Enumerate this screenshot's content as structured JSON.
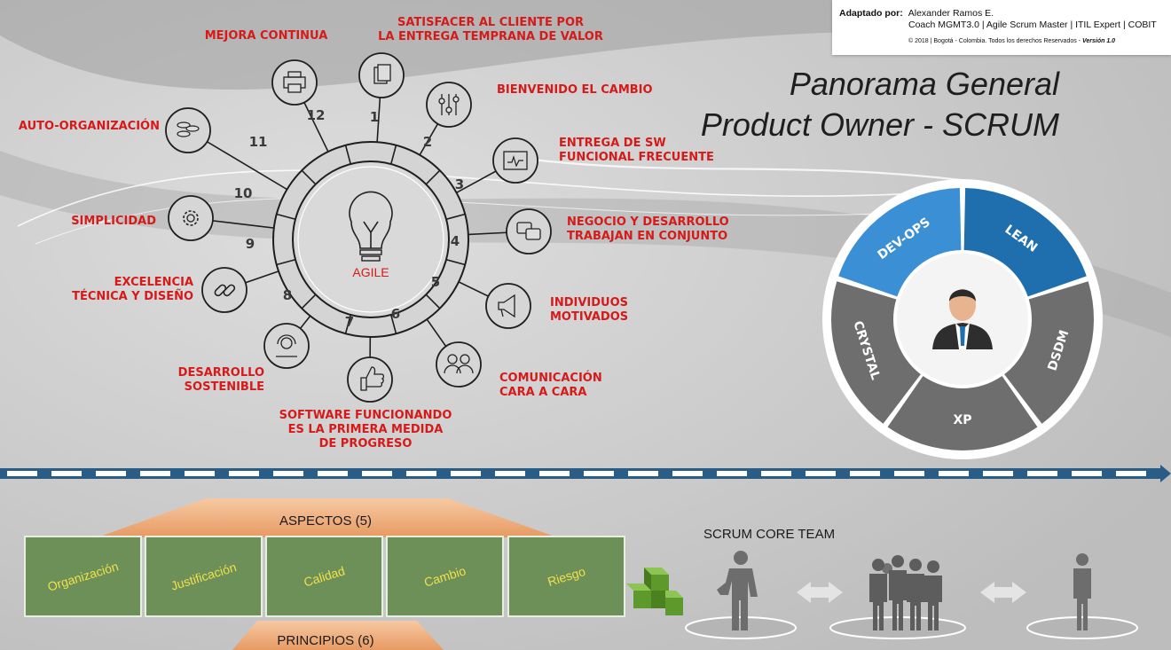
{
  "credit": {
    "adapted_by_label": "Adaptado por:",
    "author": "Alexander Ramos E.",
    "roles": "Coach MGMT3.0 | Agile Scrum Master | ITIL Expert | COBIT",
    "copyright": "© 2018 | Bogotá - Colombia. Todos los derechos Reservados -",
    "version": "Versión 1.0"
  },
  "title": {
    "line1": "Panorama General",
    "line2": "Product Owner - SCRUM"
  },
  "hub": {
    "center_label": "AGILE",
    "principles": [
      {
        "number": "1",
        "icon": "documents-icon",
        "label_lines": [
          "SATISFACER AL CLIENTE POR",
          "LA ENTREGA TEMPRANA DE VALOR"
        ]
      },
      {
        "number": "2",
        "icon": "sliders-icon",
        "label_lines": [
          "BIENVENIDO EL CAMBIO"
        ]
      },
      {
        "number": "3",
        "icon": "monitor-icon",
        "label_lines": [
          "ENTREGA DE SW",
          "FUNCIONAL FRECUENTE"
        ]
      },
      {
        "number": "4",
        "icon": "chat-icon",
        "label_lines": [
          "NEGOCIO Y DESARROLLO",
          "TRABAJAN EN CONJUNTO"
        ]
      },
      {
        "number": "5",
        "icon": "megaphone-icon",
        "label_lines": [
          "INDIVIDUOS",
          "MOTIVADOS"
        ]
      },
      {
        "number": "6",
        "icon": "people-icon",
        "label_lines": [
          "COMUNICACIÓN",
          "CARA A CARA"
        ]
      },
      {
        "number": "7",
        "icon": "thumbs-up-icon",
        "label_lines": [
          "SOFTWARE FUNCIONANDO",
          "ES LA PRIMERA MEDIDA",
          "DE PROGRESO"
        ]
      },
      {
        "number": "8",
        "icon": "headset-icon",
        "label_lines": [
          "DESARROLLO",
          "SOSTENIBLE"
        ]
      },
      {
        "number": "9",
        "icon": "link-icon",
        "label_lines": [
          "EXCELENCIA",
          "TÉCNICA Y DISEÑO"
        ]
      },
      {
        "number": "10",
        "icon": "gear-icon",
        "label_lines": [
          "SIMPLICIDAD"
        ]
      },
      {
        "number": "11",
        "icon": "coins-icon",
        "label_lines": [
          "AUTO-ORGANIZACIÓN"
        ]
      },
      {
        "number": "12",
        "icon": "printer-icon",
        "label_lines": [
          "MEJORA CONTINUA"
        ]
      }
    ]
  },
  "frameworks": {
    "segments": [
      {
        "name": "DEV-OPS",
        "color": "#3b8fd4"
      },
      {
        "name": "LEAN",
        "color": "#1f6fae"
      },
      {
        "name": "DSDM",
        "color": "#6e6e6e"
      },
      {
        "name": "XP",
        "color": "#6e6e6e"
      },
      {
        "name": "CRYSTAL",
        "color": "#6e6e6e"
      }
    ],
    "center_icon": "businessman-icon"
  },
  "aspects": {
    "title": "ASPECTOS (5)",
    "items": [
      "Organización",
      "Justificación",
      "Calidad",
      "Cambio",
      "Riesgo"
    ]
  },
  "principios": {
    "title": "PRINCIPIOS (6)"
  },
  "core_team": {
    "title": "SCRUM CORE TEAM",
    "icons": [
      "person-icon",
      "team-icon",
      "person-icon"
    ]
  },
  "colors": {
    "accent_red": "#d61a1a",
    "aspect_green": "#6c9058",
    "aspect_text": "#f2e04a",
    "separator_blue": "#2a5d86"
  }
}
